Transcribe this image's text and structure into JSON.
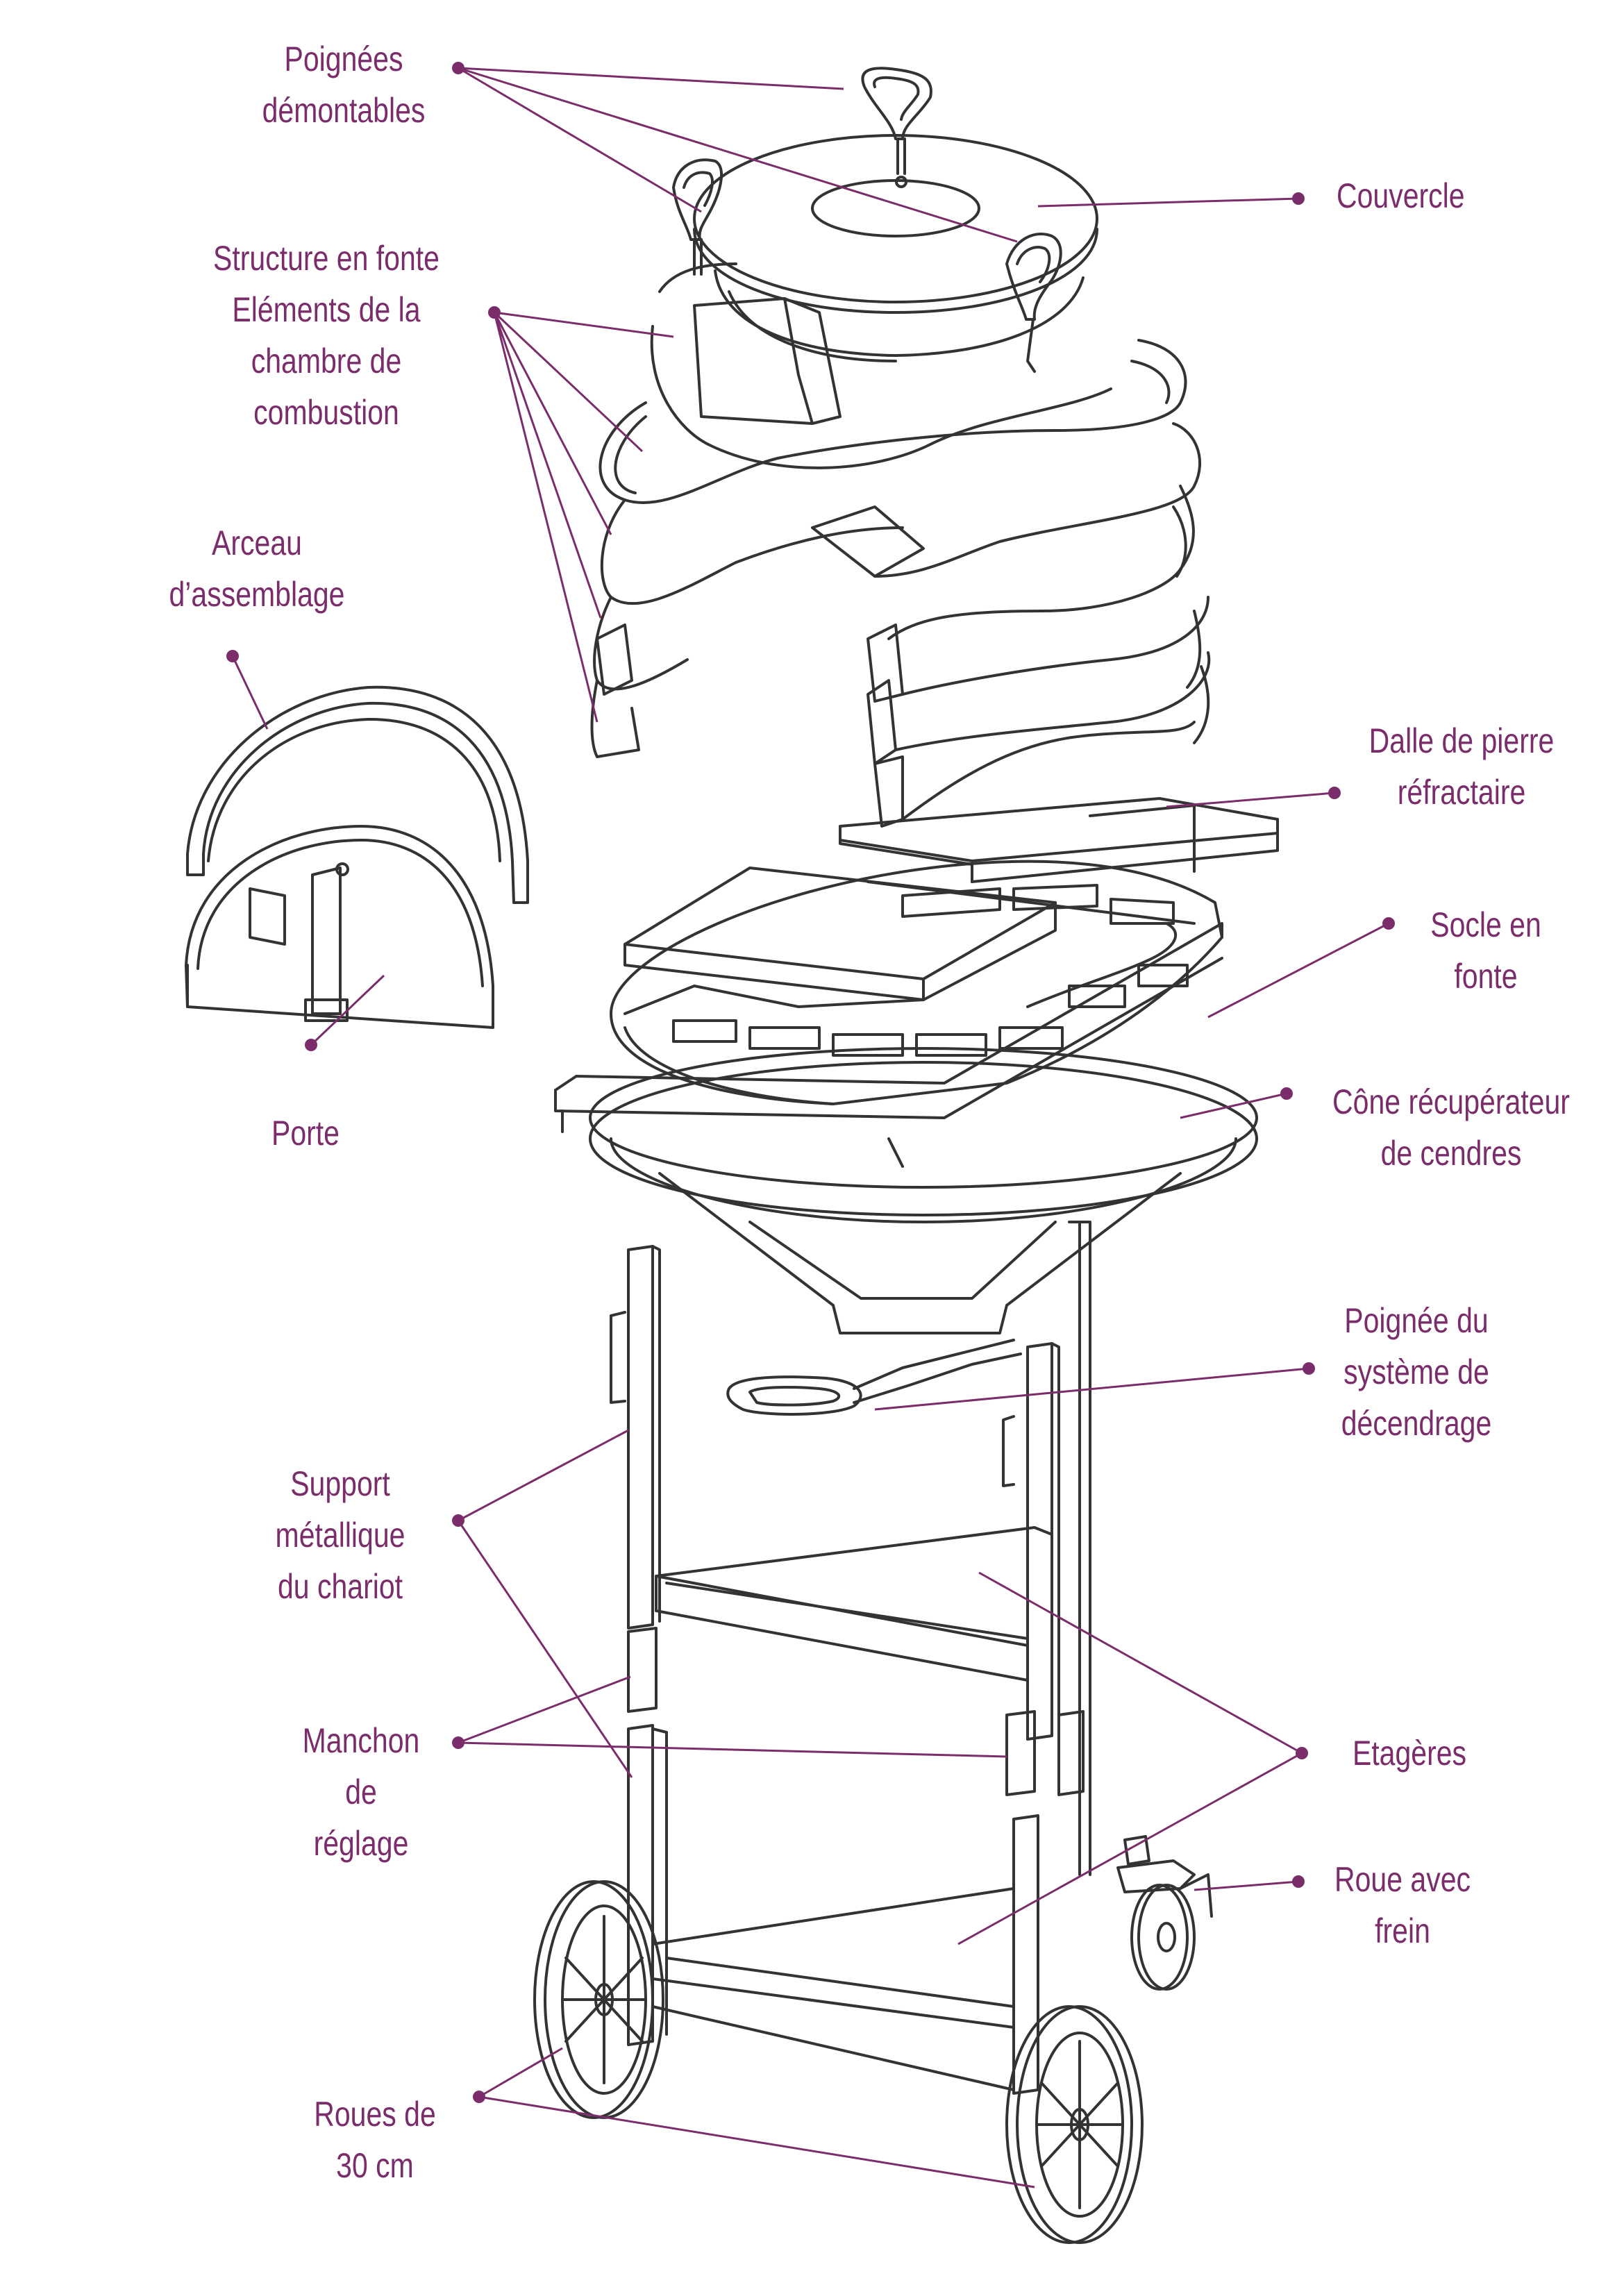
{
  "colors": {
    "accent": "#7b2d6b",
    "drawing": "#333333"
  },
  "labels": {
    "poignees": "Poignées\ndémontables",
    "couvercle": "Couvercle",
    "structure": "Structure en fonte\nEléments de la\nchambre de\ncombustion",
    "arceau": "Arceau\nd’assemblage",
    "porte": "Porte",
    "dalle": "Dalle de pierre\nréfractaire",
    "socle": "Socle en\nfonte",
    "cone": "Cône récupérateur\nde cendres",
    "poignee_decendrage": "Poignée du\nsystème de\ndécendrage",
    "support": "Support\nmétallique\ndu chariot",
    "etageres": "Etagères",
    "manchon": "Manchon\nde\nréglage",
    "roue_frein": "Roue avec\nfrein",
    "roues": "Roues de\n30 cm"
  }
}
